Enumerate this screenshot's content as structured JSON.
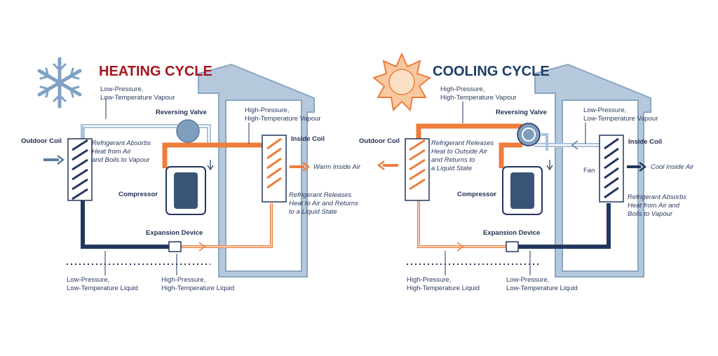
{
  "colors": {
    "hot": "#ee7d3b",
    "cold_line": "#22375f",
    "light_line": "#a9c1dc",
    "house": "#8aa5c2",
    "house_fill": "#b6c9dc",
    "title_heating": "#a5161c",
    "title_cooling": "#1c3d68",
    "text": "#2a3a5e"
  },
  "heating": {
    "title": "HEATING CYCLE",
    "top_pipe": [
      "Low-Pressure,",
      "Low-Temperature Vapour"
    ],
    "reversing_valve": "Reversing Valve",
    "hp_vapour": [
      "High-Pressure,",
      "High-Temperature Vapour"
    ],
    "outdoor_coil": "Outdoor Coil",
    "inside_coil": "Inside Coil",
    "absorbs_note": [
      "Refrigerant Absorbs",
      "Heat from Air",
      "and Boils to Vapour"
    ],
    "warm_air": "Warm Inside Air",
    "compressor": "Compressor",
    "releases_note": [
      "Refrigerant Releases",
      "Heat to Air and Returns",
      "to a Liquid State"
    ],
    "expansion_device": "Expansion Device",
    "lp_liquid": [
      "Low-Pressure,",
      "Low-Temperature Liquid"
    ],
    "hp_liquid": [
      "High-Pressure,",
      "High-Temperature Liquid"
    ]
  },
  "cooling": {
    "title": "COOLING CYCLE",
    "hp_vapour": [
      "High-Pressure,",
      "High-Temperature Vapour"
    ],
    "reversing_valve": "Reversing Valve",
    "lp_vapour": [
      "Low-Pressure,",
      "Low-Temperature Vapour"
    ],
    "outdoor_coil": "Outdoor Coil",
    "inside_coil": "Inside Coil",
    "releases_note": [
      "Refrigerant Releases",
      "Heat to Outside Air",
      "and Returns to",
      "a Liquid State"
    ],
    "fan": "Fan",
    "cool_air": "Cool Inside Air",
    "compressor": "Compressor",
    "absorbs_note": [
      "Refrigerant Absorbs",
      "Heat from Air and",
      "Boils to Vapour"
    ],
    "expansion_device": "Expansion Device",
    "hp_liquid": [
      "High-Pressure,",
      "High-Temperature Liquid"
    ],
    "lp_liquid": [
      "Low-Pressure,",
      "Low-Temperature Liquid"
    ]
  },
  "icons": {
    "heating": "snowflake-icon",
    "cooling": "sun-icon"
  }
}
